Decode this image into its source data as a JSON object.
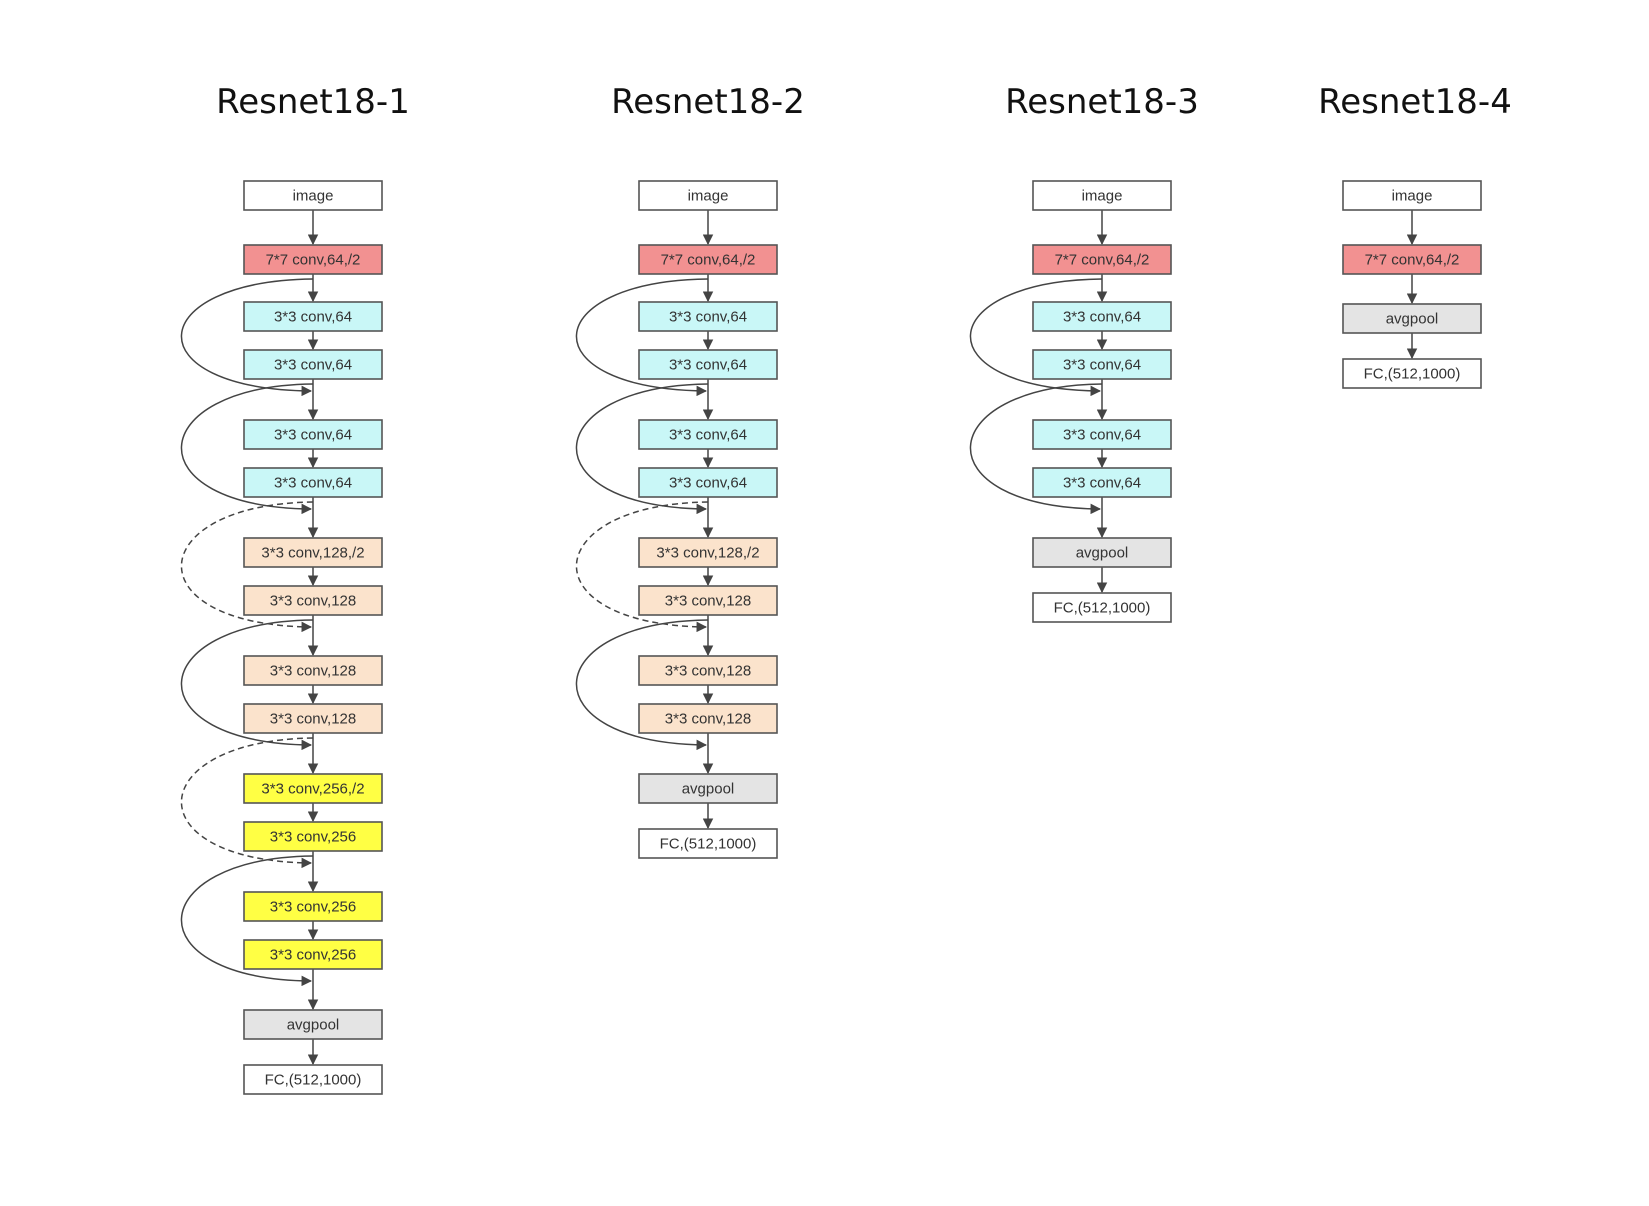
{
  "colors": {
    "image": "#ffffff",
    "conv7": "#f29191",
    "conv64": "#c9f7f7",
    "conv128": "#fbe3cc",
    "conv256": "#ffff44",
    "avgpool": "#e4e4e4",
    "fc": "#ffffff"
  },
  "networks": [
    {
      "title": "Resnet18-1",
      "layers": [
        {
          "label": "image",
          "kind": "image"
        },
        {
          "label": "7*7 conv,64,/2",
          "kind": "conv7"
        },
        {
          "label": "3*3 conv,64",
          "kind": "conv64"
        },
        {
          "label": "3*3 conv,64",
          "kind": "conv64"
        },
        {
          "label": "3*3 conv,64",
          "kind": "conv64"
        },
        {
          "label": "3*3 conv,64",
          "kind": "conv64"
        },
        {
          "label": "3*3 conv,128,/2",
          "kind": "conv128"
        },
        {
          "label": "3*3 conv,128",
          "kind": "conv128"
        },
        {
          "label": "3*3 conv,128",
          "kind": "conv128"
        },
        {
          "label": "3*3 conv,128",
          "kind": "conv128"
        },
        {
          "label": "3*3 conv,256,/2",
          "kind": "conv256"
        },
        {
          "label": "3*3 conv,256",
          "kind": "conv256"
        },
        {
          "label": "3*3 conv,256",
          "kind": "conv256"
        },
        {
          "label": "3*3 conv,256",
          "kind": "conv256"
        },
        {
          "label": "avgpool",
          "kind": "avgpool"
        },
        {
          "label": "FC,(512,1000)",
          "kind": "fc"
        }
      ],
      "skips": [
        {
          "from": 1,
          "to": 3,
          "style": "solid"
        },
        {
          "from": 3,
          "to": 5,
          "style": "solid"
        },
        {
          "from": 5,
          "to": 7,
          "style": "dashed"
        },
        {
          "from": 7,
          "to": 9,
          "style": "solid"
        },
        {
          "from": 9,
          "to": 11,
          "style": "dashed"
        },
        {
          "from": 11,
          "to": 13,
          "style": "solid"
        }
      ]
    },
    {
      "title": "Resnet18-2",
      "layers": [
        {
          "label": "image",
          "kind": "image"
        },
        {
          "label": "7*7 conv,64,/2",
          "kind": "conv7"
        },
        {
          "label": "3*3 conv,64",
          "kind": "conv64"
        },
        {
          "label": "3*3 conv,64",
          "kind": "conv64"
        },
        {
          "label": "3*3 conv,64",
          "kind": "conv64"
        },
        {
          "label": "3*3 conv,64",
          "kind": "conv64"
        },
        {
          "label": "3*3 conv,128,/2",
          "kind": "conv128"
        },
        {
          "label": "3*3 conv,128",
          "kind": "conv128"
        },
        {
          "label": "3*3 conv,128",
          "kind": "conv128"
        },
        {
          "label": "3*3 conv,128",
          "kind": "conv128"
        },
        {
          "label": "avgpool",
          "kind": "avgpool"
        },
        {
          "label": "FC,(512,1000)",
          "kind": "fc"
        }
      ],
      "skips": [
        {
          "from": 1,
          "to": 3,
          "style": "solid"
        },
        {
          "from": 3,
          "to": 5,
          "style": "solid"
        },
        {
          "from": 5,
          "to": 7,
          "style": "dashed"
        },
        {
          "from": 7,
          "to": 9,
          "style": "solid"
        }
      ]
    },
    {
      "title": "Resnet18-3",
      "layers": [
        {
          "label": "image",
          "kind": "image"
        },
        {
          "label": "7*7 conv,64,/2",
          "kind": "conv7"
        },
        {
          "label": "3*3 conv,64",
          "kind": "conv64"
        },
        {
          "label": "3*3 conv,64",
          "kind": "conv64"
        },
        {
          "label": "3*3 conv,64",
          "kind": "conv64"
        },
        {
          "label": "3*3 conv,64",
          "kind": "conv64"
        },
        {
          "label": "avgpool",
          "kind": "avgpool"
        },
        {
          "label": "FC,(512,1000)",
          "kind": "fc"
        }
      ],
      "skips": [
        {
          "from": 1,
          "to": 3,
          "style": "solid"
        },
        {
          "from": 3,
          "to": 5,
          "style": "solid"
        }
      ]
    },
    {
      "title": "Resnet18-4",
      "layers": [
        {
          "label": "image",
          "kind": "image"
        },
        {
          "label": "7*7 conv,64,/2",
          "kind": "conv7"
        },
        {
          "label": "avgpool",
          "kind": "avgpool"
        },
        {
          "label": "FC,(512,1000)",
          "kind": "fc"
        }
      ],
      "skips": []
    }
  ]
}
